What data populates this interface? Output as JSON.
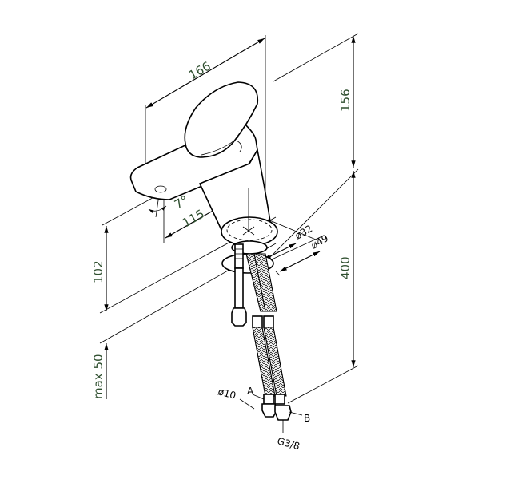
{
  "drawing": {
    "subject": "single-lever basin faucet with flexible supply hoses",
    "dimensions": {
      "overall_length": "166",
      "lever_height": "156",
      "spout_reach": "115",
      "spout_angle": "7°",
      "base_diameter": "ø32",
      "flange_diameter": "ø49",
      "spout_height": "102",
      "max_deck_thickness": "max 50",
      "hose_length": "400"
    },
    "hose_labels": {
      "hose_diameter": "ø10",
      "hot": "A",
      "cold": "B",
      "thread": "G3/8"
    },
    "colors": {
      "line": "#000000",
      "dimension_text": "#2f4f2f",
      "background": "#ffffff"
    }
  }
}
